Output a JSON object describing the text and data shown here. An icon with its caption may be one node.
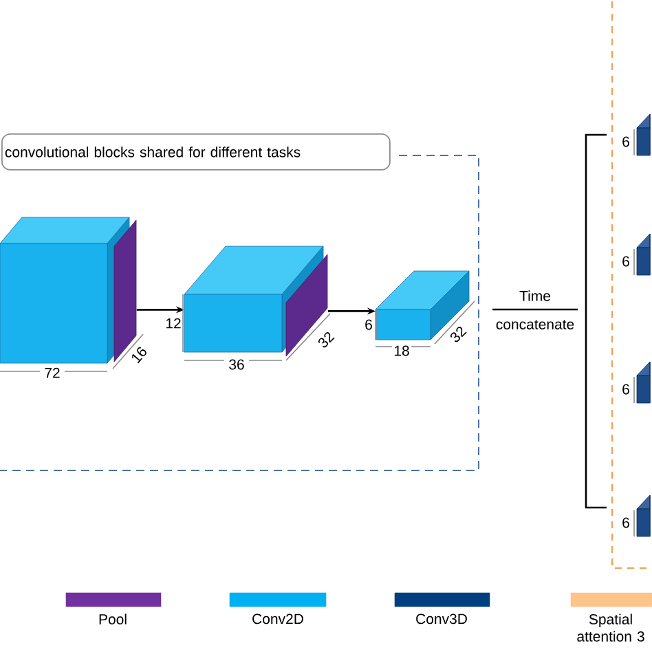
{
  "diagram": {
    "nodes": [
      {
        "text": [
          "convolutional blocks shared for different tasks"
        ]
      },
      {
        "text": [],
        "shape": "box"
      },
      {
        "text": [],
        "shape": "box",
        "in": 1
      },
      {
        "text": [],
        "shape": "box",
        "in": 1
      },
      {
        "text": [],
        "shape": "box",
        "in": 1
      },
      {
        "text": [],
        "shape": "box"
      },
      {
        "text": [],
        "shape": "box",
        "in": 5
      },
      {
        "text": [],
        "shape": "box",
        "in": 5
      },
      {
        "text": [],
        "shape": "box",
        "in": 5
      },
      {
        "text": [],
        "shape": "box",
        "in": 5
      }
    ],
    "edges": [
      {
        "from": 2,
        "to": 3,
        "arrow": "to"
      },
      {
        "from": 3,
        "to": 4,
        "arrow": "to"
      }
    ],
    "labels": [
      "72",
      "16",
      "12",
      "36",
      "32",
      "6",
      "18",
      "32",
      "Time",
      "concatenate",
      "6",
      "6",
      "6",
      "6"
    ],
    "legend": [
      {
        "text": "Pool",
        "color": "#7030a0"
      },
      {
        "text": "Conv2D",
        "color": "#00b0f0"
      },
      {
        "text": "Conv3D",
        "color": "#003f7f"
      },
      {
        "text": "Spatial attention 3",
        "color": "#ffc48a"
      }
    ]
  }
}
